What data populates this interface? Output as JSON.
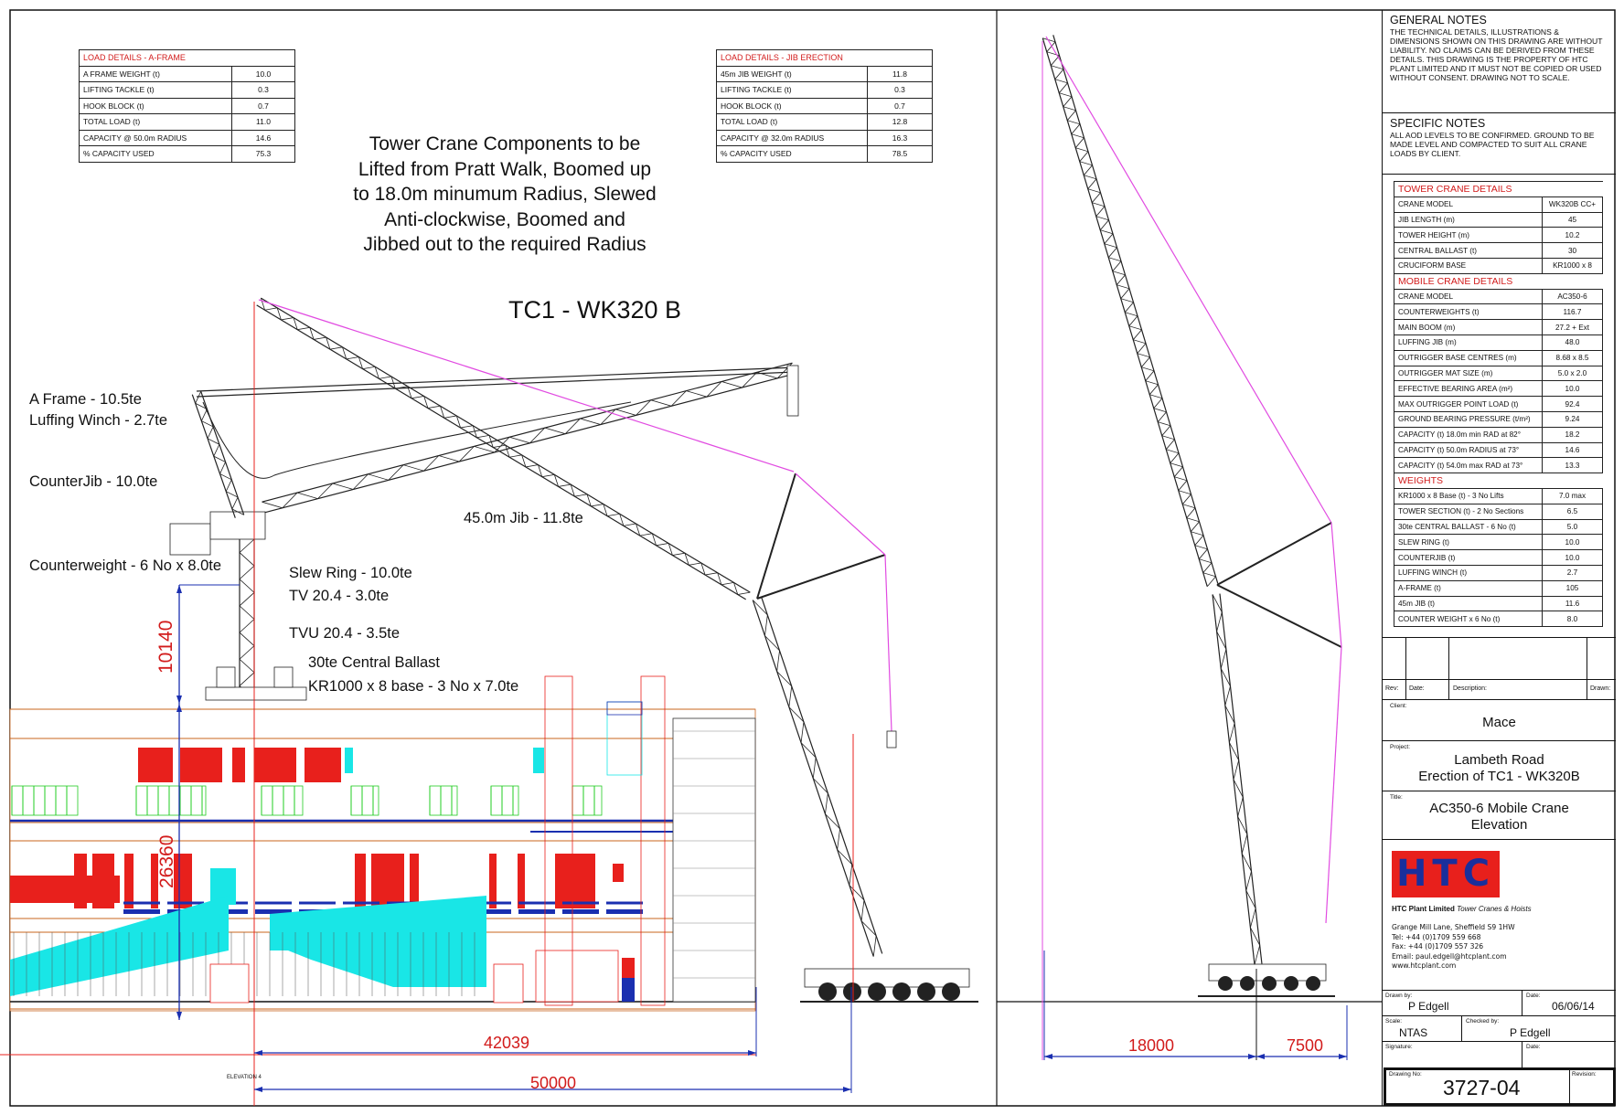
{
  "load_aframe": {
    "header": "LOAD DETAILS - A-FRAME",
    "rows": [
      {
        "label": "A FRAME WEIGHT (t)",
        "value": "10.0"
      },
      {
        "label": "LIFTING TACKLE (t)",
        "value": "0.3"
      },
      {
        "label": "HOOK BLOCK (t)",
        "value": "0.7"
      },
      {
        "label": "TOTAL LOAD (t)",
        "value": "11.0"
      },
      {
        "label": "CAPACITY @ 50.0m RADIUS",
        "value": "14.6"
      },
      {
        "label": "% CAPACITY USED",
        "value": "75.3"
      }
    ]
  },
  "load_jib": {
    "header": "LOAD DETAILS - JIB ERECTION",
    "rows": [
      {
        "label": "45m JIB WEIGHT (t)",
        "value": "11.8"
      },
      {
        "label": "LIFTING TACKLE (t)",
        "value": "0.3"
      },
      {
        "label": "HOOK BLOCK (t)",
        "value": "0.7"
      },
      {
        "label": "TOTAL LOAD (t)",
        "value": "12.8"
      },
      {
        "label": "CAPACITY @ 32.0m RADIUS",
        "value": "16.3"
      },
      {
        "label": "% CAPACITY USED",
        "value": "78.5"
      }
    ]
  },
  "main_title": [
    "Tower Crane Components to be",
    "Lifted from Pratt Walk, Boomed up",
    "to 18.0m minumum Radius, Slewed",
    "Anti-clockwise,  Boomed and",
    "Jibbed out to the required Radius"
  ],
  "crane_id": "TC1 - WK320 B",
  "labels": {
    "aframe": "A Frame - 10.5te",
    "luffing_winch": "Luffing Winch - 2.7te",
    "counterjib": "CounterJib - 10.0te",
    "counterweight": "Counterweight - 6 No x 8.0te",
    "jib": "45.0m Jib - 11.8te",
    "slew_ring": "Slew Ring - 10.0te",
    "tv": "TV 20.4 - 3.0te",
    "tvu": "TVU 20.4 - 3.5te",
    "ballast": "30te Central Ballast",
    "base": "KR1000 x 8 base - 3 No x 7.0te"
  },
  "dimensions": {
    "tower_height": "10140",
    "building_height": "26360",
    "radius_building": "42039",
    "radius_total": "50000",
    "min_radius": "18000",
    "setback": "7500"
  },
  "elevation_label": "ELEVATION 4",
  "colors": {
    "red": "#e8201c",
    "blue": "#1a2fb0",
    "cyan": "#19e6e6",
    "green": "#22cc22",
    "magenta": "#e14be1"
  },
  "notes": {
    "general_title": "GENERAL NOTES",
    "general_text": "THE TECHNICAL DETAILS, ILLUSTRATIONS & DIMENSIONS SHOWN ON THIS DRAWING ARE WITHOUT LIABILITY. NO CLAIMS CAN BE DERIVED FROM THESE DETAILS. THIS DRAWING IS THE PROPERTY OF HTC PLANT LIMITED AND IT MUST NOT BE COPIED OR USED WITHOUT CONSENT. DRAWING NOT TO SCALE.",
    "specific_title": "SPECIFIC NOTES",
    "specific_text": "ALL AOD LEVELS TO BE CONFIRMED. GROUND TO BE MADE LEVEL AND COMPACTED TO SUIT ALL CRANE LOADS BY CLIENT."
  },
  "details": {
    "tower_header": "TOWER CRANE DETAILS",
    "tower": [
      {
        "label": "CRANE MODEL",
        "value": "WK320B CC+"
      },
      {
        "label": "JIB LENGTH (m)",
        "value": "45"
      },
      {
        "label": "TOWER HEIGHT (m)",
        "value": "10.2"
      },
      {
        "label": "CENTRAL BALLAST (t)",
        "value": "30"
      },
      {
        "label": "CRUCIFORM BASE",
        "value": "KR1000 x 8"
      }
    ],
    "mobile_header": "MOBILE CRANE DETAILS",
    "mobile": [
      {
        "label": "CRANE MODEL",
        "value": "AC350-6"
      },
      {
        "label": "COUNTERWEIGHTS (t)",
        "value": "116.7"
      },
      {
        "label": "MAIN BOOM (m)",
        "value": "27.2 + Ext"
      },
      {
        "label": "LUFFING JIB (m)",
        "value": "48.0"
      },
      {
        "label": "OUTRIGGER BASE CENTRES (m)",
        "value": "8.68 x 8.5"
      },
      {
        "label": "OUTRIGGER MAT SIZE (m)",
        "value": "5.0 x 2.0"
      },
      {
        "label": "EFFECTIVE BEARING AREA (m²)",
        "value": "10.0"
      },
      {
        "label": "MAX OUTRIGGER POINT LOAD (t)",
        "value": "92.4"
      },
      {
        "label": "GROUND BEARING PRESSURE (t/m²)",
        "value": "9.24"
      },
      {
        "label": "CAPACITY (t) 18.0m min RAD at 82°",
        "value": "18.2"
      },
      {
        "label": "CAPACITY (t) 50.0m RADIUS at 73°",
        "value": "14.6"
      },
      {
        "label": "CAPACITY (t) 54.0m max RAD at 73°",
        "value": "13.3"
      }
    ],
    "weights_header": "WEIGHTS",
    "weights": [
      {
        "label": "KR1000 x 8 Base (t) - 3 No Lifts",
        "value": "7.0 max"
      },
      {
        "label": "TOWER SECTION (t) - 2 No Sections",
        "value": "6.5"
      },
      {
        "label": "30te CENTRAL BALLAST - 6 No (t)",
        "value": "5.0"
      },
      {
        "label": "SLEW RING (t)",
        "value": "10.0"
      },
      {
        "label": "COUNTERJIB (t)",
        "value": "10.0"
      },
      {
        "label": "LUFFING WINCH (t)",
        "value": "2.7"
      },
      {
        "label": "A-FRAME (t)",
        "value": "105"
      },
      {
        "label": "45m JIB (t)",
        "value": "11.6"
      },
      {
        "label": "COUNTER WEIGHT x 6 No (t)",
        "value": "8.0"
      }
    ]
  },
  "title_block": {
    "rev_label": "Rev:",
    "date_label": "Date:",
    "description_label": "Description:",
    "drawn_label": "Drawn:",
    "client_label": "Client:",
    "client": "Mace",
    "project_label": "Project:",
    "project_line1": "Lambeth Road",
    "project_line2": "Erection of TC1 - WK320B",
    "title_label": "Title:",
    "title_line1": "AC350-6 Mobile Crane",
    "title_line2": "Elevation",
    "logo_text": "HTC",
    "company": "HTC Plant Limited",
    "company_tagline": "Tower Cranes & Hoists",
    "address": "Grange Mill Lane, Sheffield S9 1HW",
    "tel": "Tel: +44 (0)1709 559 668",
    "fax": "Fax: +44 (0)1709 557 326",
    "email": "Email: paul.edgell@htcplant.com",
    "web": "www.htcplant.com",
    "drawn_by_label": "Drawn by:",
    "drawn_by": "P Edgell",
    "date_label2": "Date:",
    "date": "06/06/14",
    "scale_label": "Scale:",
    "scale": "NTAS",
    "checked_label": "Checked by:",
    "checked_by": "P Edgell",
    "signature_label": "Signature:",
    "date_label3": "Date:",
    "drawing_no_label": "Drawing No:",
    "drawing_no": "3727-04",
    "revision_label": "Revision:"
  }
}
